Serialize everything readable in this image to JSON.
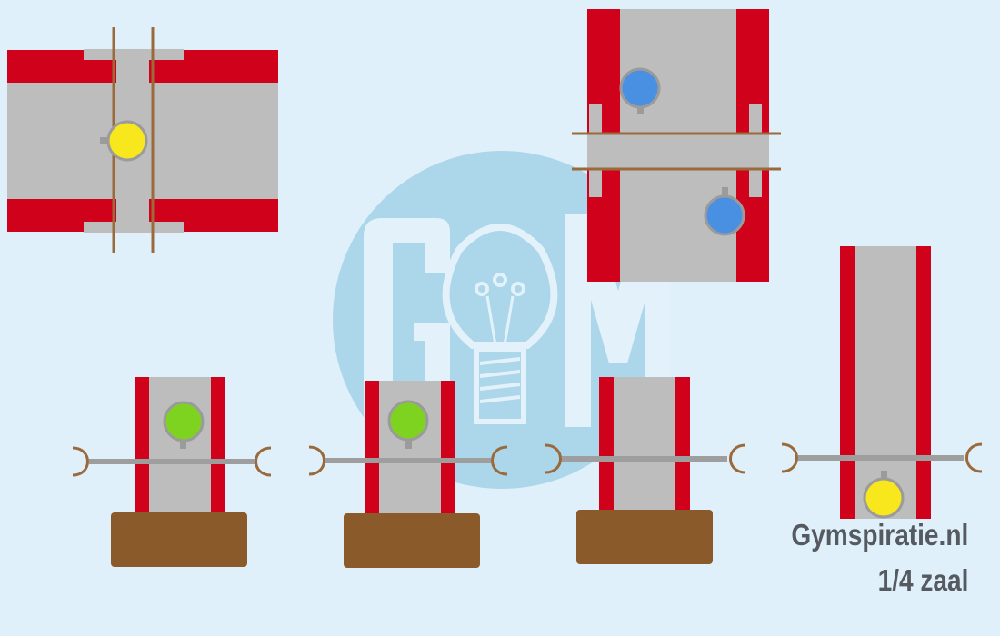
{
  "footer": {
    "site": "Gymspiratie.nl",
    "zone": "1/4 zaal"
  },
  "logo": {
    "icon": "lightbulb-icon",
    "letters": "GM"
  },
  "colors": {
    "background": "#dff0fa",
    "mat_body": "#bdbdbd",
    "mat_edge": "#d0021b",
    "rope": "#9b6a3c",
    "bar": "#9e9e9e",
    "base_block": "#8b5a2b",
    "watermark_circle": "#acd6e9",
    "watermark_glyph": "#e3f2fa",
    "marker_yellow": "#f8e71c",
    "marker_blue": "#4a90e2",
    "marker_green": "#7ed321",
    "marker_rim": "#9b9b9b",
    "text": "#555a60"
  },
  "markers": [
    {
      "id": "marker-yellow-top-left",
      "color": "yellow"
    },
    {
      "id": "marker-blue-top",
      "color": "blue"
    },
    {
      "id": "marker-blue-bottom",
      "color": "blue"
    },
    {
      "id": "marker-green-station-1",
      "color": "green"
    },
    {
      "id": "marker-green-station-2",
      "color": "green"
    },
    {
      "id": "marker-yellow-station-4",
      "color": "yellow"
    }
  ]
}
